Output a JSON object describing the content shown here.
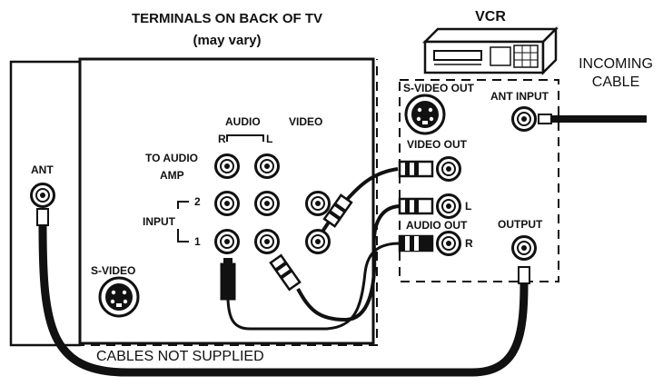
{
  "header": {
    "title": "TERMINALS ON BACK OF TV",
    "subtitle": "(may vary)",
    "vcr_label": "VCR",
    "incoming_line1": "INCOMING",
    "incoming_line2": "CABLE"
  },
  "tv": {
    "ant": "ANT",
    "audio": "AUDIO",
    "video": "VIDEO",
    "audio_r": "R",
    "audio_l": "L",
    "to_audio_line1": "TO AUDIO",
    "to_audio_line2": "AMP",
    "input": "INPUT",
    "input_2": "2",
    "input_1": "1",
    "s_video": "S-VIDEO"
  },
  "vcr": {
    "s_video_out": "S-VIDEO OUT",
    "ant_input": "ANT INPUT",
    "video_out": "VIDEO OUT",
    "audio_out": "AUDIO OUT",
    "audio_l": "L",
    "audio_r": "R",
    "output": "OUTPUT"
  },
  "footer": {
    "cables_note": "CABLES NOT SUPPLIED"
  }
}
